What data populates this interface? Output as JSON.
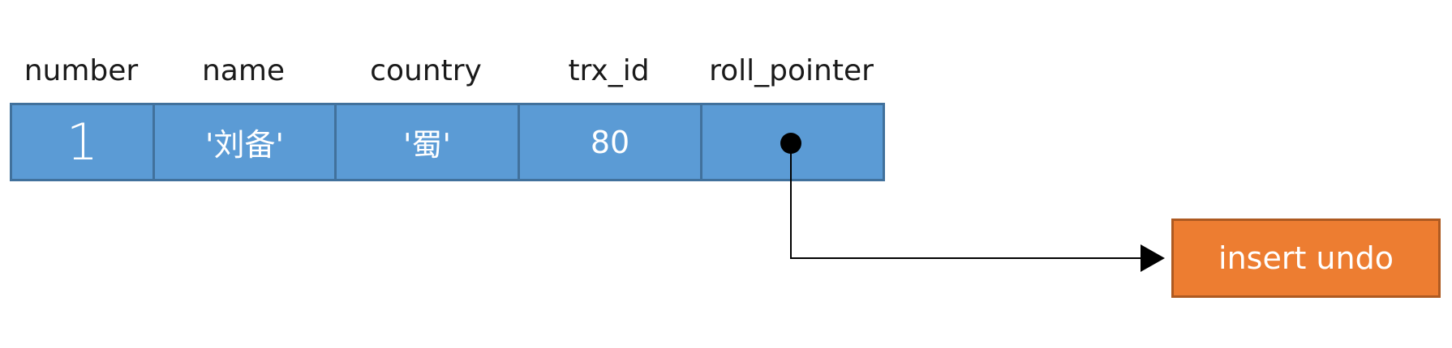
{
  "columns": [
    "number",
    "name",
    "country",
    "trx_id",
    "roll_pointer"
  ],
  "record": {
    "number": "1",
    "name": "'刘备'",
    "country": "'蜀'",
    "trx_id": "80"
  },
  "undo_log": {
    "label": "insert undo"
  },
  "colors": {
    "row_fill": "#5b9bd5",
    "row_border": "#41719c",
    "undo_fill": "#ed7d31",
    "undo_border": "#ae5a21",
    "pointer": "#000000"
  }
}
